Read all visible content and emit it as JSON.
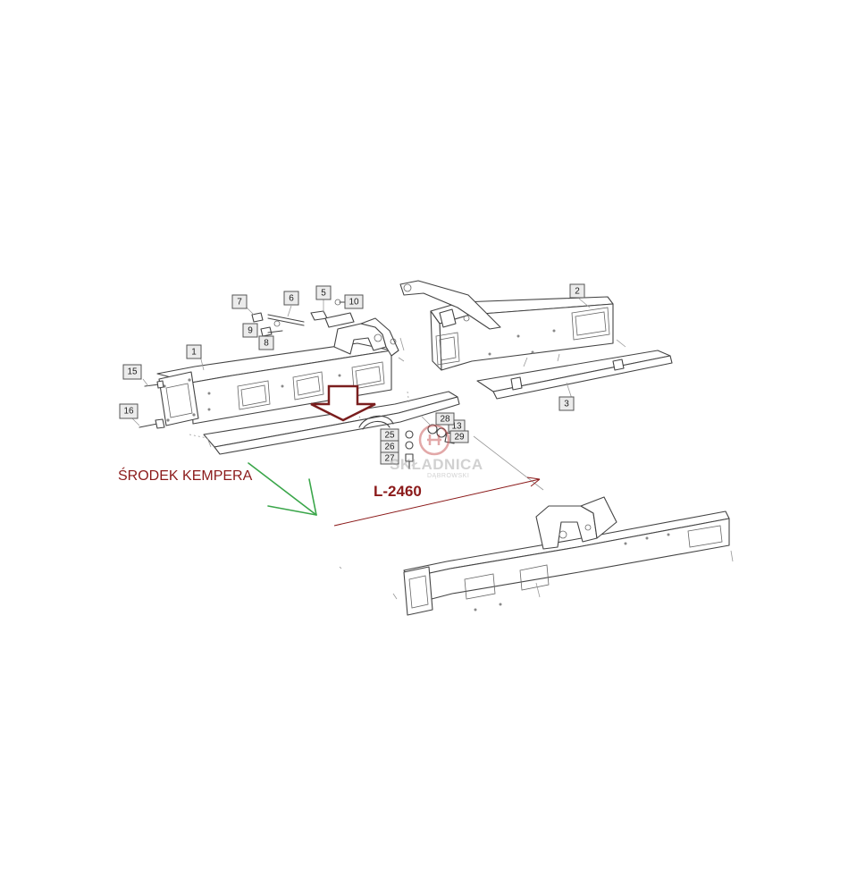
{
  "labels": {
    "center_note": "ŚRODEK KEMPERA",
    "dimension": "L-2460"
  },
  "watermark": {
    "name": "SKŁADNICA",
    "sub": "DĄBROWSKI"
  },
  "callouts": [
    "1",
    "2",
    "3",
    "5",
    "6",
    "7",
    "8",
    "9",
    "10",
    "13",
    "15",
    "16",
    "25",
    "26",
    "27",
    "28",
    "29"
  ],
  "colors": {
    "label_red": "#8b1a1a",
    "arrow_green": "#3aa64a",
    "arrow_outline": "#7a1e1e",
    "line_gray": "#444444",
    "callout_fill": "#ebebeb"
  }
}
